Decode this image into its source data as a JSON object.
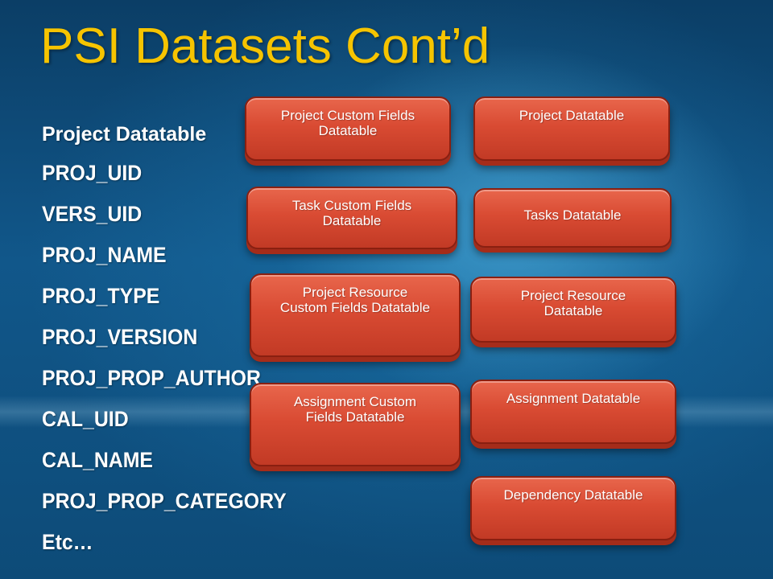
{
  "slide": {
    "title": "PSI Datasets Cont’d",
    "heading": "Project Datatable",
    "fields": [
      "PROJ_UID",
      "VERS_UID",
      "PROJ_NAME",
      "PROJ_TYPE",
      "PROJ_VERSION",
      "PROJ_PROP_AUTHOR",
      "CAL_UID",
      "CAL_NAME",
      "PROJ_PROP_CATEGORY",
      "Etc…"
    ]
  },
  "boxes": {
    "project_custom_fields": "Project Custom Fields Datatable",
    "project": "Project Datatable",
    "task_custom_fields": "Task Custom Fields Datatable",
    "tasks": "Tasks Datatable",
    "project_resource_custom_fields": "Project Resource Custom Fields Datatable",
    "project_resource": "Project Resource Datatable",
    "assignment_custom_fields": "Assignment Custom Fields Datatable",
    "assignment": "Assignment Datatable",
    "dependency": "Dependency Datatable"
  },
  "colors": {
    "title": "#f6c400",
    "box": "#d94b33",
    "background": "#11578a"
  }
}
